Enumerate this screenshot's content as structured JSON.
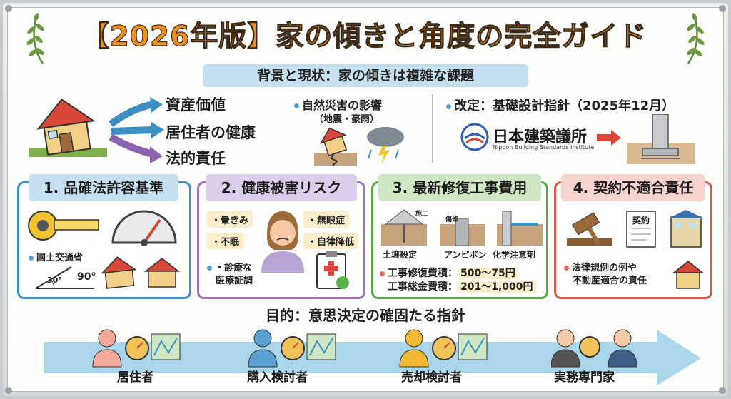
{
  "title": "【2026年版】家の傾きと角度の完全ガイド",
  "section1": {
    "heading": "背景と現状：家の傾きは複雑な課題",
    "arrows": [
      "資産価値",
      "居住者の健康",
      "法的責任"
    ],
    "disaster": {
      "title": "自然災害の影響",
      "sub": "（地震・豪雨）"
    },
    "revision": {
      "title": "改定：基礎設計指針（2025年12月）",
      "org_name": "日本建築議所",
      "org_name_en": "Nippon Building Standards Institute"
    }
  },
  "panels": [
    {
      "title": "1. 品確法許容基準",
      "items": [
        "国土交通省"
      ],
      "angles": [
        "30°",
        "90°"
      ],
      "color": "#3d8fc4",
      "fill": "#c7e0f0"
    },
    {
      "title": "2. 健康被害リスク",
      "items": [
        "・暈きみ",
        "・不眠",
        "・無眼症",
        "・自律降低",
        "・診療な",
        "医療証調"
      ],
      "color": "#9a70b8",
      "fill": "#dccdea"
    },
    {
      "title": "3. 最新修復工事費用",
      "labels": [
        "施工",
        "傷修",
        "土壌殺定",
        "アンピボン",
        "化学注意剤"
      ],
      "costs": [
        {
          "label": "工事修復費積：",
          "value": "500〜75円"
        },
        {
          "label": "工事総金費積：",
          "value": "201〜1,000円"
        }
      ],
      "color": "#5aa84a",
      "fill": "#cfe7c4"
    },
    {
      "title": "4. 契約不適合責任",
      "labels": [
        "契約"
      ],
      "items": [
        "法律規例の例や",
        "不動産適合の責任"
      ],
      "color": "#d8564a",
      "fill": "#f6d3cf"
    }
  ],
  "purpose": {
    "heading": "目的：意思決定の確固たる指針",
    "people": [
      "居住者",
      "購入検討者",
      "売却検討者",
      "実務専門家"
    ]
  }
}
